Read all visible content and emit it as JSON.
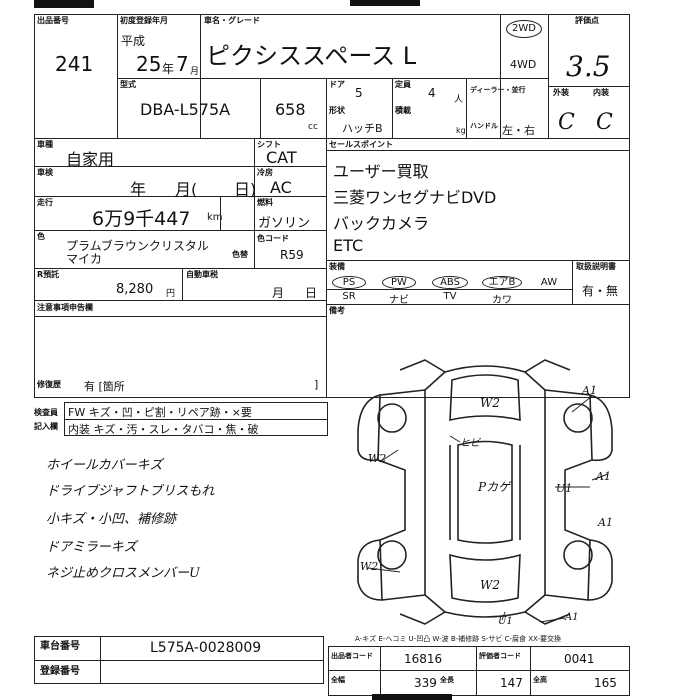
{
  "header": {
    "lot_label": "出品番号",
    "lot_number": "241",
    "first_reg_label": "初度登録年月",
    "era": "平成",
    "year": "25",
    "year_unit": "年",
    "month": "7",
    "month_unit": "月",
    "car_name_label": "車名・グレード",
    "car_name": "ピクシススペース L",
    "drive_2wd": "2WD",
    "drive_4wd": "4WD",
    "grade_label": "評価点",
    "grade": "3.5",
    "model_label": "型式",
    "model_code": "DBA-L575A",
    "displacement": "658",
    "cc": "cc",
    "doors_label": "ドア",
    "doors": "5",
    "seats_label": "定員",
    "seats": "4",
    "seats_unit": "人",
    "shape_label": "形状",
    "shape": "ハッチB",
    "loading_label": "積載",
    "kg": "kg",
    "dealer_label": "ディーラー・並行",
    "handle_label": "ハンドル",
    "handle": "左・右",
    "exterior_label": "外装",
    "interior_label": "内装",
    "exterior": "C",
    "interior": "C"
  },
  "details": {
    "use_label": "車種",
    "use": "自家用",
    "shift_label": "シフト",
    "shift": "CAT",
    "inspection_label": "車検",
    "insp_year": "年",
    "insp_month": "月(",
    "insp_day": "日)",
    "ac_label": "冷房",
    "ac": "AC",
    "mileage_label": "走行",
    "mileage": "6万9千447",
    "km": "km",
    "fuel_label": "燃料",
    "fuel": "ガソリン",
    "color_label": "色",
    "color": "プラムブラウンクリスタル マイカ",
    "color_no_label": "色替",
    "color_code_label": "色コード",
    "color_code": "R59",
    "recycle_label": "R預託",
    "recycle": "8,280",
    "yen": "円",
    "recycle_date_label": "自動車税",
    "recycle_month": "月",
    "recycle_day": "日",
    "history_label": "注意事項申告欄",
    "repair_label": "修復歴",
    "repair_value": "有 [箇所",
    "repair_close": "]"
  },
  "sales_point": {
    "label": "セールスポイント",
    "items": [
      "ユーザー買取",
      "三菱ワンセグナビDVD",
      "バックカメラ",
      "ETC"
    ]
  },
  "equipment": {
    "label": "装備",
    "row1": [
      "PS",
      "PW",
      "ABS",
      "エアB",
      "AW"
    ],
    "row2": [
      "SR",
      "ナビ",
      "TV",
      "カワ"
    ],
    "manual_label": "取扱説明書",
    "manual": "有・無"
  },
  "remarks_label": "備考",
  "inspector": {
    "exam_label": "検査員",
    "report_label": "記入欄",
    "line1": "FW キズ・凹・ピ割・リペア跡・×要",
    "line2": "内装 キズ・汚・スレ・タバコ・焦・破"
  },
  "hand_notes": [
    "ホイールカバーキズ",
    "ドライブジャフトブリスもれ",
    "小キズ・小凹、補修跡",
    "ドアミラーキズ",
    "ネジ止めクロスメンバーU"
  ],
  "diagram_marks": {
    "a1_top": "A1",
    "w2_top": "W2",
    "w2_left": "W2",
    "hibi": "ヒビ",
    "paint": "Pカゲ",
    "u1": "U1",
    "a1_right": "A1",
    "a1_mid": "A1",
    "w2_lower": "W2",
    "w2_rear": "W2",
    "u1_bottom": "U1",
    "a1_bottom": "A1"
  },
  "legend": "A-キズ E-ヘコミ U-凹凸 W-波 B-補修跡 S-サビ C-腐食 XX-要交換",
  "footer": {
    "chassis_label": "車台番号",
    "chassis": "L575A-0028009",
    "reg_label": "登録番号",
    "code1_label": "出品者コード",
    "code1": "16816",
    "code2_label": "評価者コード",
    "code2": "0041",
    "w_label": "全幅",
    "w": "339",
    "l_label": "全長",
    "l": "147",
    "h_label": "全高",
    "h": "165"
  }
}
